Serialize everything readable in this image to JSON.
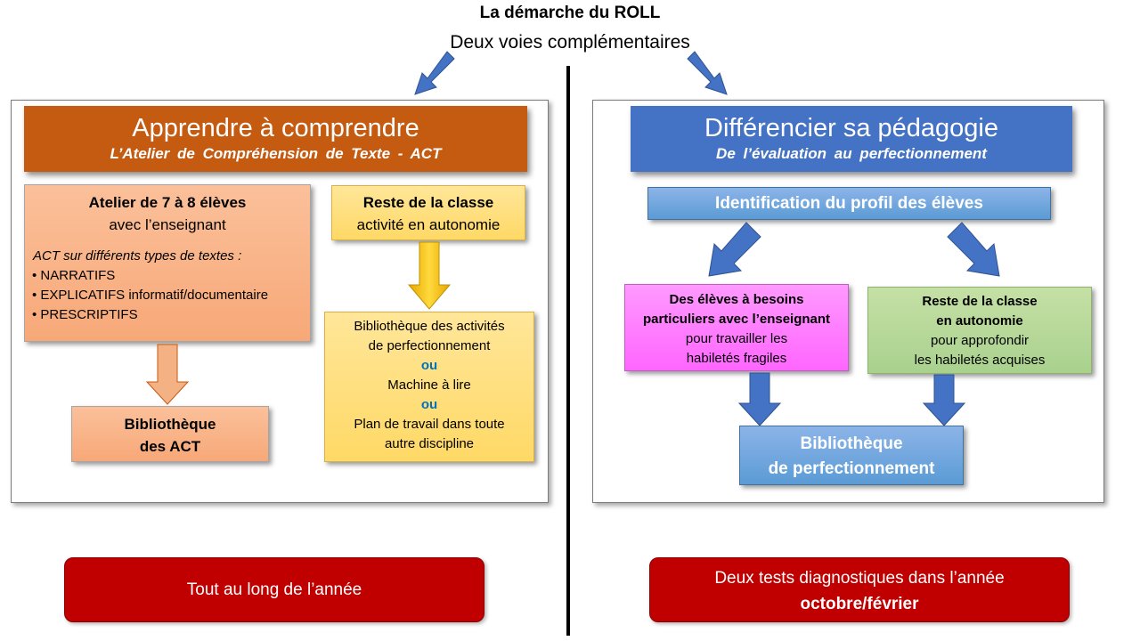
{
  "header": {
    "title": "La démarche du ROLL",
    "subtitle": "Deux voies complémentaires"
  },
  "left": {
    "title": "Apprendre à comprendre",
    "subtitle": "L’Atelier de Compréhension de Texte - ACT",
    "atelier": {
      "line1": "Atelier de 7 à 8 élèves",
      "line2": "avec l’enseignant",
      "intro": "ACT sur différents types de textes :",
      "items": [
        "• NARRATIFS",
        "• EXPLICATIFS informatif/documentaire",
        "• PRESCRIPTIFS"
      ]
    },
    "reste": {
      "line1": "Reste de la classe",
      "line2": "activité en autonomie"
    },
    "biblio_act": {
      "line1": "Bibliothèque",
      "line2": "des ACT"
    },
    "activites": {
      "line1": "Bibliothèque des activités",
      "line2": "de perfectionnement",
      "ou1": "ou",
      "line3": "Machine à lire",
      "ou2": "ou",
      "line4": "Plan de travail dans toute",
      "line5": "autre discipline"
    }
  },
  "right": {
    "title": "Différencier sa pédagogie",
    "subtitle": "De l’évaluation au perfectionnement",
    "identification": "Identification du profil des élèves",
    "besoins": {
      "line1": "Des élèves à besoins",
      "line2": "particuliers avec l’enseignant",
      "line3": "pour travailler les",
      "line4": "habiletés fragiles"
    },
    "reste": {
      "line1": "Reste de la classe",
      "line2": "en autonomie",
      "line3": "pour approfondir",
      "line4": "les habiletés  acquises"
    },
    "biblio": {
      "line1": "Bibliothèque",
      "line2": "de perfectionnement"
    }
  },
  "footer": {
    "left": "Tout au long de l’année",
    "right_line1": "Deux tests diagnostiques dans l’année",
    "right_line2": "octobre/février"
  },
  "colors": {
    "orange_header": "#c55a11",
    "blue_header": "#4472c4",
    "peach": "#f8b084",
    "yellow": "#ffd966",
    "pink": "#ff77ff",
    "green": "#a9d18e",
    "light_blue": "#5b9bd5",
    "footer_red": "#c00000",
    "arrow_blue": "#4472c4",
    "arrow_gold": "#ffc000"
  }
}
